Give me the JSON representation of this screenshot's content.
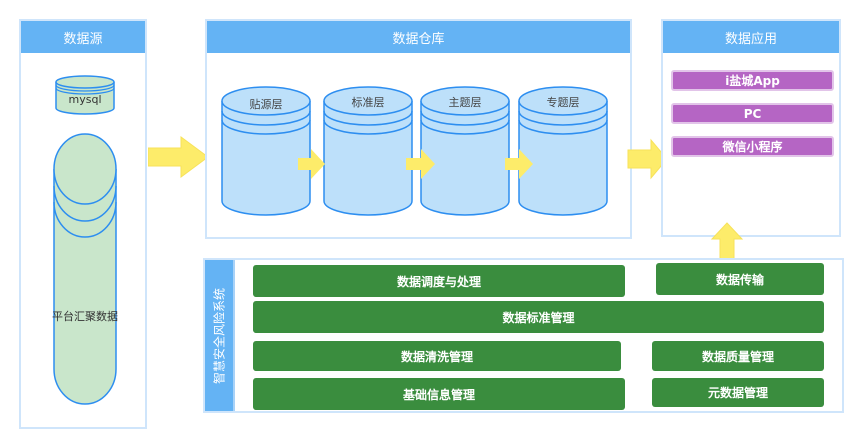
{
  "source_panel": {
    "title": "数据源",
    "mysql_label": "mysql",
    "platform_label": "平台汇聚数据"
  },
  "warehouse_panel": {
    "title": "数据仓库",
    "layers": [
      "贴源层",
      "标准层",
      "主题层",
      "专题层"
    ]
  },
  "application_panel": {
    "title": "数据应用",
    "apps": [
      "i盐城App",
      "PC",
      "微信小程序"
    ]
  },
  "security_panel": {
    "title": "智慧安全风险系统",
    "modules": {
      "dispatch": "数据调度与处理",
      "transfer": "数据传输",
      "standard": "数据标准管理",
      "cleaning": "数据清洗管理",
      "quality": "数据质量管理",
      "basic_info": "基础信息管理",
      "metadata": "元数据管理"
    }
  },
  "colors": {
    "header_blue": "#64b3f4",
    "panel_border": "#cfe5fb",
    "cylinder_blue_fill": "#bde0fa",
    "cylinder_stroke": "#2d8ef0",
    "cylinder_green_fill": "#c9e6cb",
    "app_purple": "#b565c4",
    "module_green": "#3a8d3e",
    "arrow_yellow": "#fdec6a"
  }
}
